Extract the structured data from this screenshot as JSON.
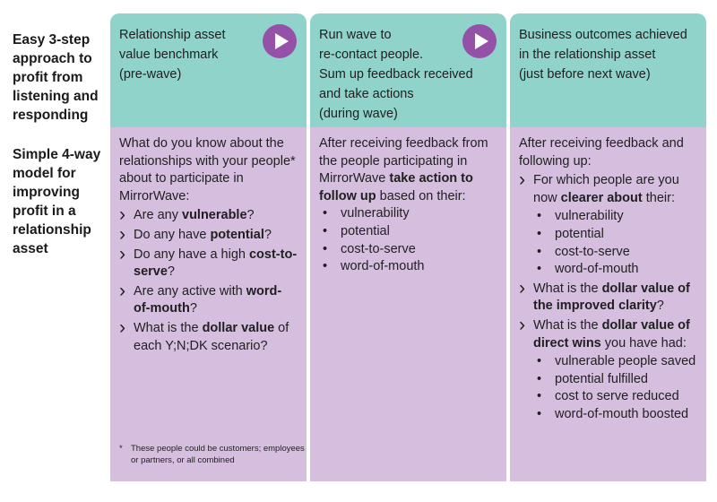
{
  "row_labels": {
    "steps": "Easy 3-step approach to profit from listening and responding",
    "model": "Simple 4-way model for improving profit in a relationship asset"
  },
  "colors": {
    "header": "#8fd3cb",
    "body": "#d6bedf",
    "arrow": "#9550a8"
  },
  "icons": {
    "arrow": "play-arrow-icon"
  },
  "columns": [
    {
      "header": {
        "line1": "Relationship asset",
        "line2": "value benchmark",
        "line3": "(pre-wave)"
      },
      "intro": "What do you know about the relationships with your people* about to participate in MirrorWave:",
      "q1": {
        "pre": "Are any ",
        "bold": "vulnerable",
        "post": "?"
      },
      "q2": {
        "pre": "Do any have ",
        "bold": "potential",
        "post": "?"
      },
      "q3": {
        "pre": "Do any have a high ",
        "bold": "cost-to-serve",
        "post": "?"
      },
      "q4": {
        "pre": "Are any active with ",
        "bold": "word-of-mouth",
        "post": "?"
      },
      "q5": {
        "pre": "What is the ",
        "bold": "dollar value",
        "post": " of each Y;N;DK scenario?"
      },
      "footnote": {
        "star": "*",
        "text": "These people could be customers; employees or partners, or all combined"
      }
    },
    {
      "header": {
        "line1": "Run wave to",
        "line2": "re-contact people.",
        "line3": "Sum up feedback received",
        "line4": "and take actions",
        "line5": "(during wave)"
      },
      "intro_pre": "After receiving feedback from the people participating in MirrorWave ",
      "intro_bold": "take action to follow up",
      "intro_post": " based on their:",
      "bullets": [
        "vulnerability",
        "potential",
        "cost-to-serve",
        "word-of-mouth"
      ]
    },
    {
      "header": {
        "line1": "Business outcomes achieved",
        "line2": "in the relationship asset",
        "line3": "(just before next wave)"
      },
      "intro": "After receiving feedback and following up:",
      "q1": {
        "pre": "For which people are you now ",
        "bold": "clearer about",
        "post": " their:"
      },
      "q1_bullets": [
        "vulnerability",
        "potential",
        "cost-to-serve",
        "word-of-mouth"
      ],
      "q2": {
        "pre": "What is the ",
        "bold": "dollar value of the improved clarity",
        "post": "?"
      },
      "q3": {
        "pre": "What is the ",
        "bold": "dollar value of direct wins",
        "post": " you have had:"
      },
      "q3_bullets": [
        "vulnerable people saved",
        "potential fulfilled",
        "cost to serve reduced",
        "word-of-mouth boosted"
      ]
    }
  ]
}
